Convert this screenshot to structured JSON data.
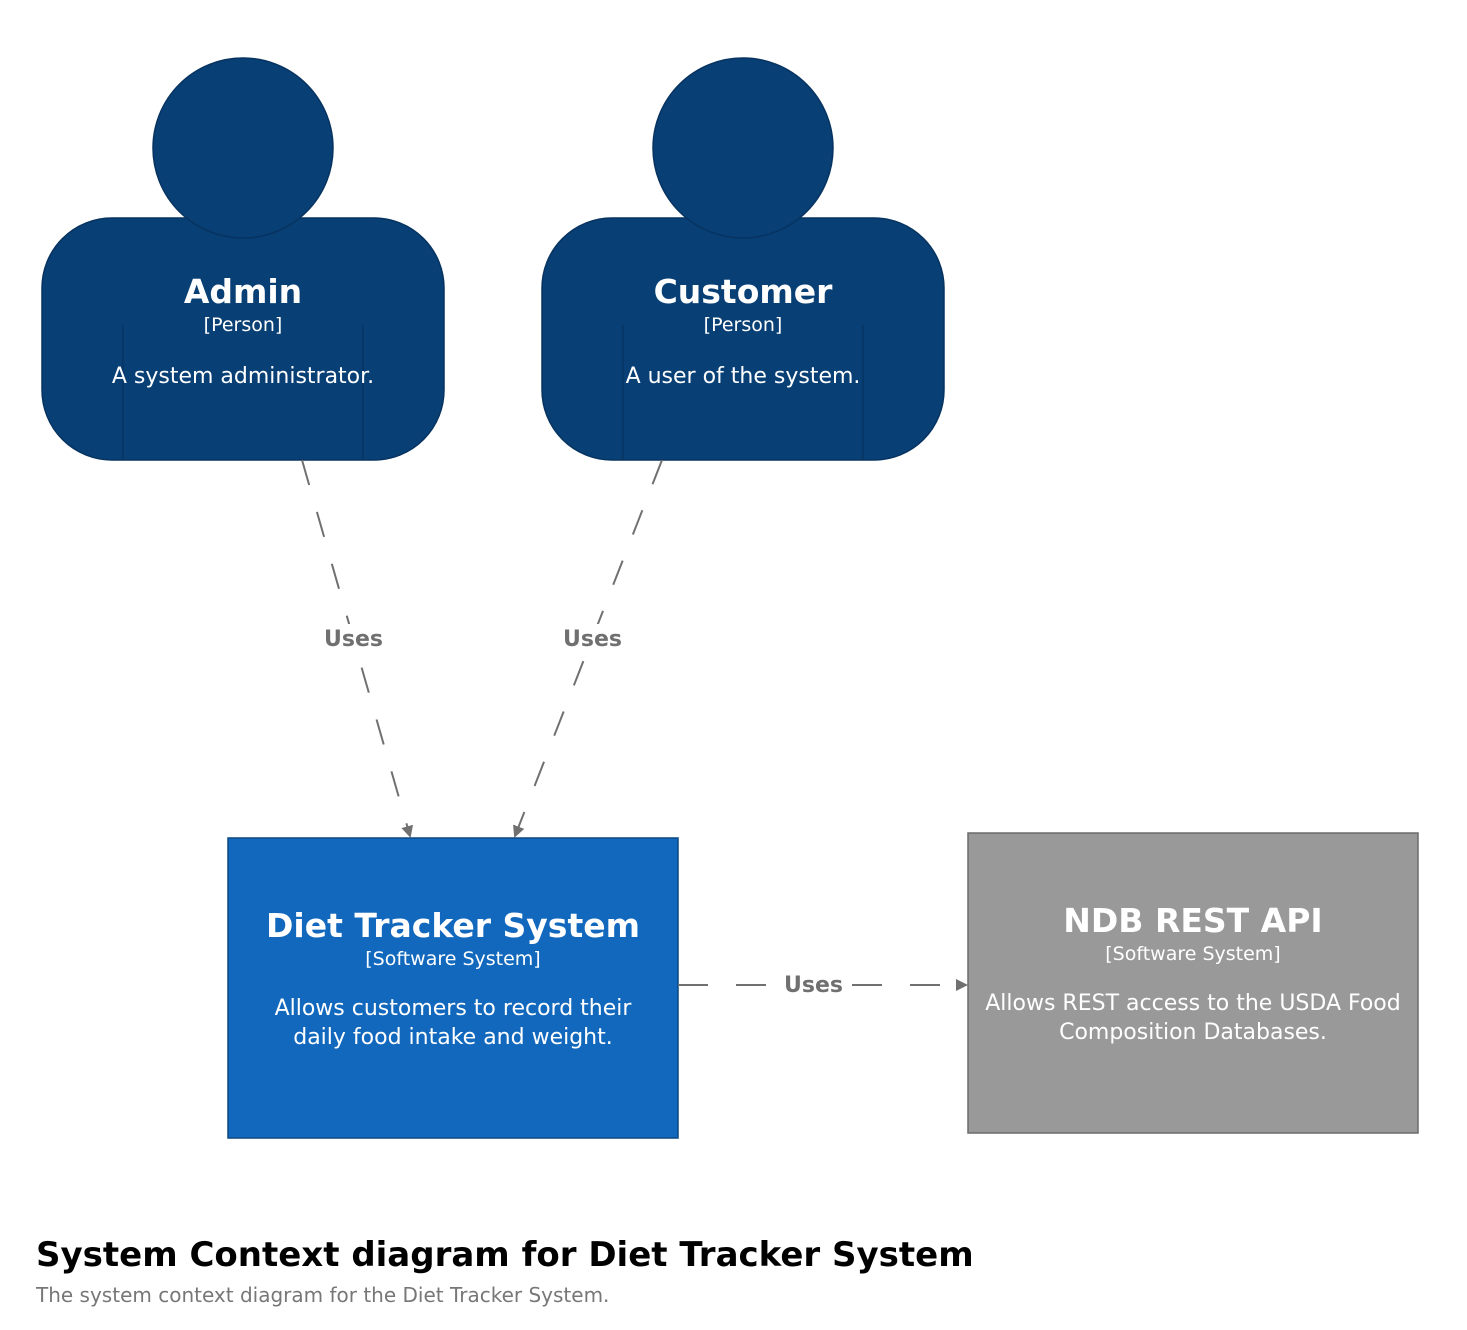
{
  "colors": {
    "person": "#083f75",
    "person_border": "#073360",
    "internal_system": "#1168bd",
    "internal_border": "#0b4884",
    "external_system": "#999999",
    "external_border": "#6b6b6b",
    "edge": "#707070"
  },
  "nodes": {
    "admin": {
      "name": "Admin",
      "type": "[Person]",
      "description": "A system administrator."
    },
    "customer": {
      "name": "Customer",
      "type": "[Person]",
      "description": "A user of the system."
    },
    "diet_tracker": {
      "name": "Diet Tracker System",
      "type": "[Software System]",
      "description_lines": [
        "Allows customers to record their",
        "daily food intake and weight."
      ]
    },
    "ndb_api": {
      "name": "NDB REST API",
      "type": "[Software System]",
      "description_lines": [
        "Allows REST access to the USDA Food",
        "Composition Databases."
      ]
    }
  },
  "relationships": [
    {
      "from": "Admin",
      "to": "Diet Tracker System",
      "label": "Uses"
    },
    {
      "from": "Customer",
      "to": "Diet Tracker System",
      "label": "Uses"
    },
    {
      "from": "Diet Tracker System",
      "to": "NDB REST API",
      "label": "Uses"
    }
  ],
  "caption": {
    "title": "System Context diagram for Diet Tracker System",
    "subtitle": "The system context diagram for the Diet Tracker System."
  }
}
